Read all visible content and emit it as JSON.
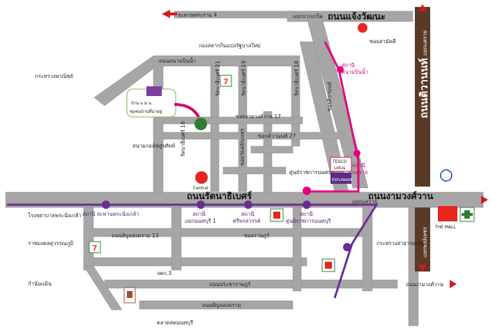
{
  "roads": {
    "main_road": "ถนนรัตนาธิเบศร์",
    "ngamwongwan": "ถนนงามวงศ์วาน",
    "chaengwattana": "ถนนแจ้งวัฒนะ",
    "tiwanon_label": "ถนนติวานนท์",
    "tiwanon_north": "แยกแคราย",
    "tiwanon_south": "แยกพงษ์เพชร",
    "saphan_phra_ram_4": "สะพานพระราม 4",
    "samakkhi": "ซอยสามัคคี",
    "sanambinnam": "ถนนสนามบินน้ำ",
    "soi_tiwanon": "ซอยติวานนท์",
    "soi_21": "รัตนาธิเบศร์ 21",
    "soi_19": "รัตนาธิเบศร์ 19",
    "soi_18": "รัตนาธิเบศร์ 18",
    "soi_16": "รัตนาธิเบศร์ 16",
    "soi_wat_salak": "ซอยวัดสลักเพชร",
    "ngamwongwan_17": "ซอยงามวงศ์วาน 17",
    "tiwanon_27": "ซอยติวานนท์ 27",
    "yaek_khae_rai": "แยกแคราย",
    "phibun_13": "ถนนพิบูลสงคราม 13",
    "soi_ratsadon": "ซอยราษฎร์",
    "soi_3": "จตก.3",
    "pracha_rat": "ถนนประชาราษฎร์",
    "ngamwongwan_right": "ถนนงามวงศ์วาน",
    "phibun_songkhram": "ถนนพิบูลสงคราม",
    "yaek_kaew": "แยกแคราย"
  },
  "places": {
    "gov_lottery": "กองสลากกินแบ่งรัฐบาลใหม่",
    "ministry_commerce": "กระทรวงพาณิชย์",
    "sanam_golf": "สนามกอล์ฟสูรศัพท์",
    "gov_center": "ศูนย์ราชการนนทบุรี",
    "pranangklao_hospital": "โรงพยาบาลพระนั่งเกล้า",
    "ratchamongkol": "ราชมงคลสุวรรณภูมิ",
    "kamnan": "กำนันแม้น",
    "talad_nonthaburi": "ตลาดสดนนทบุรี",
    "ministry_health": "กระทรวงสาธารณสุข",
    "yaek_plaza": "แยกปากเกร็ด",
    "brand_name": "บ้าน แ ม่ น",
    "brand_sub": "ชุมชนบ้านที่น่าอยู่",
    "mall": "THE MALL",
    "esplanade": "ESPLANADE",
    "tesco": "TESCO",
    "lotus": "Lotus",
    "central": "Central",
    "seven_eleven": "7",
    "central_small": "Central"
  },
  "stations": {
    "st1": "สถานี สะพานพระนั่งเกล้า",
    "st2_a": "สถานี",
    "st2_b": "แยกนนทบุรี 1",
    "st3_a": "สถานี",
    "st3_b": "ศรีพรสวรรค์",
    "st4_a": "สถานี",
    "st4_b": "ศูนย์ราชการนนทบุรี",
    "pink1_a": "สถานี",
    "pink1_b": "สนามบินน้ำ",
    "pink2_a": "สถานี",
    "pink2_b": "แคราย"
  },
  "colors": {
    "road": "#a6a6a6",
    "road_edge": "#8a8a8a",
    "purple_line": "#6b2c91",
    "pink_line": "#e6007e",
    "arrow_red": "#d7191c",
    "vertical_band": "#5a3a26"
  }
}
